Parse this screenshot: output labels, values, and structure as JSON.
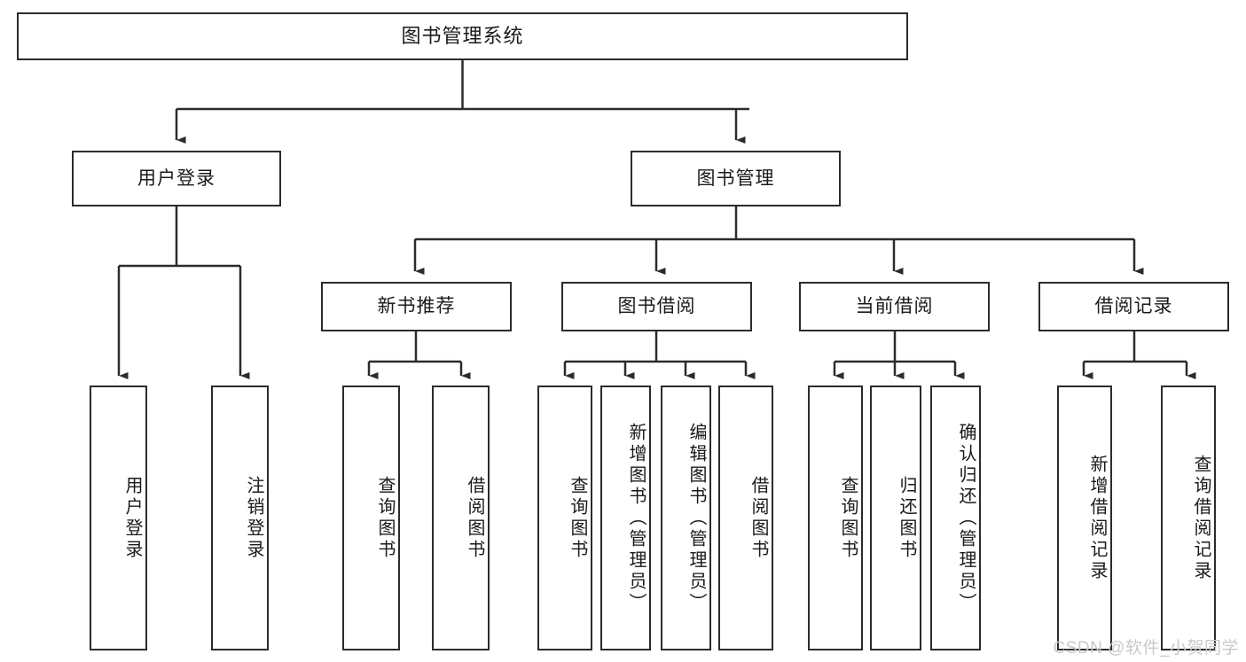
{
  "diagram": {
    "title": "图书管理系统",
    "type": "tree-hierarchy",
    "watermark": "CSDN @软件_小贺同学",
    "colors": {
      "border": "#2b2b2b",
      "background": "#ffffff",
      "text": "#1a1a1a",
      "watermark": "#c9c9c9"
    },
    "root": {
      "label": "图书管理系统"
    },
    "level2": [
      {
        "label": "用户登录"
      },
      {
        "label": "图书管理"
      }
    ],
    "level3": [
      {
        "label": "新书推荐"
      },
      {
        "label": "图书借阅"
      },
      {
        "label": "当前借阅"
      },
      {
        "label": "借阅记录"
      }
    ],
    "leaves": {
      "user_login": [
        {
          "label": "用户登录"
        },
        {
          "label": "注销登录"
        }
      ],
      "new_book_recommend": [
        {
          "label": "查询图书"
        },
        {
          "label": "借阅图书"
        }
      ],
      "book_borrow": [
        {
          "label": "查询图书"
        },
        {
          "label": "新增图书（管理员）"
        },
        {
          "label": "编辑图书（管理员）"
        },
        {
          "label": "借阅图书"
        }
      ],
      "current_borrow": [
        {
          "label": "查询图书"
        },
        {
          "label": "归还图书"
        },
        {
          "label": "确认归还（管理员）"
        }
      ],
      "borrow_records": [
        {
          "label": "新增借阅记录"
        },
        {
          "label": "查询借阅记录"
        }
      ]
    }
  }
}
